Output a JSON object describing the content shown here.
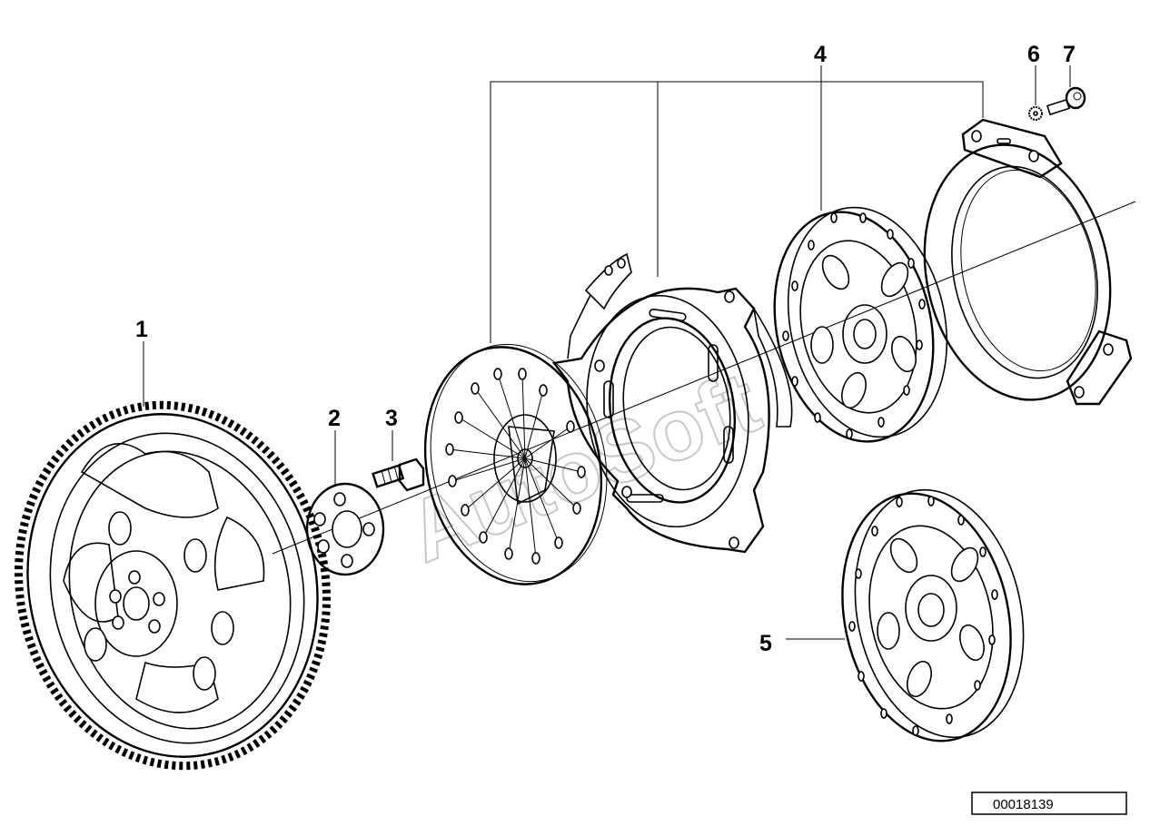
{
  "callouts": {
    "c1": "1",
    "c2": "2",
    "c3": "3",
    "c4": "4",
    "c5": "5",
    "c6": "6",
    "c7": "7"
  },
  "watermark": "AutoSoft",
  "reference_number": "00018139"
}
